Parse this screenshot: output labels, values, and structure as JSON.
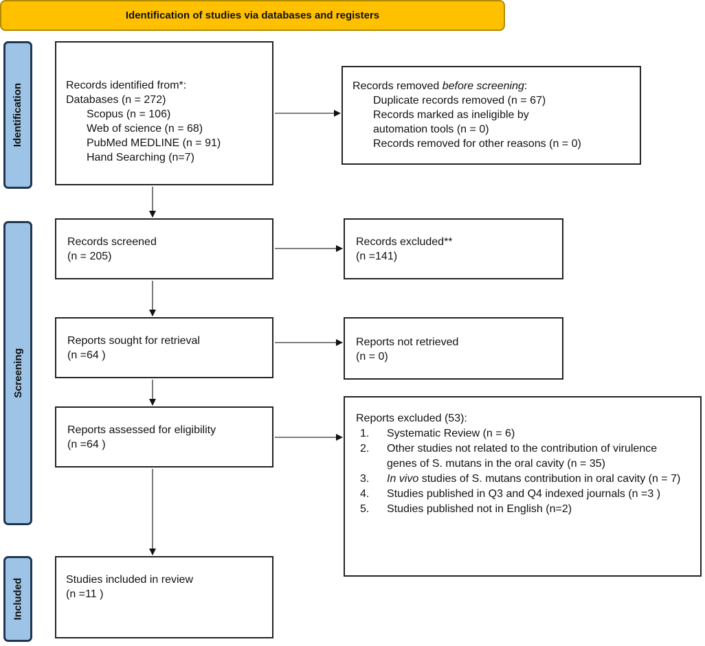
{
  "banner": "Identification of studies via databases and registers",
  "phases": {
    "identification": "Identification",
    "screening": "Screening",
    "included": "Included"
  },
  "identified": {
    "lines": [
      "Records identified from*:",
      "Databases (n = 272)"
    ],
    "sub": [
      "Scopus (n = 106)",
      "Web of science (n = 68)",
      "PubMed MEDLINE (n = 91)",
      "Hand Searching (n=7)"
    ]
  },
  "removed": {
    "title_prefix": "Records removed ",
    "title_italic": "before screening",
    "title_suffix": ":",
    "items": [
      "Duplicate records removed (n = 67)",
      "Records marked as ineligible by automation tools (n = 0)",
      "Records removed for other reasons (n = 0)"
    ]
  },
  "screened": {
    "label": "Records screened",
    "n": "(n = 205)"
  },
  "excluded": {
    "label": "Records excluded**",
    "n": "(n =141)"
  },
  "sought": {
    "label": "Reports sought for retrieval",
    "n": "(n =64 )"
  },
  "not_retrieved": {
    "label": "Reports not retrieved",
    "n": "(n = 0)"
  },
  "assessed": {
    "label": "Reports assessed for eligibility",
    "n": "(n =64 )"
  },
  "reports_excluded": {
    "title": "Reports excluded (53):",
    "items": [
      {
        "num": "1.",
        "text": "Systematic Review (n = 6)"
      },
      {
        "num": "2.",
        "text": "Other studies not related to the contribution of virulence genes of S. mutans in the oral cavity (n = 35)"
      },
      {
        "num": "3.",
        "italic": "In vivo",
        "text": " studies of S. mutans contribution in oral cavity (n = 7)"
      },
      {
        "num": "4.",
        "text": "Studies published in Q3 and Q4 indexed journals (n =3 )"
      },
      {
        "num": "5.",
        "text": "Studies published not in English (n=2)"
      }
    ]
  },
  "included": {
    "label": "Studies included in review",
    "n": "(n =11 )"
  },
  "colors": {
    "banner": "#ffc000",
    "phase": "#9dc3e6"
  }
}
